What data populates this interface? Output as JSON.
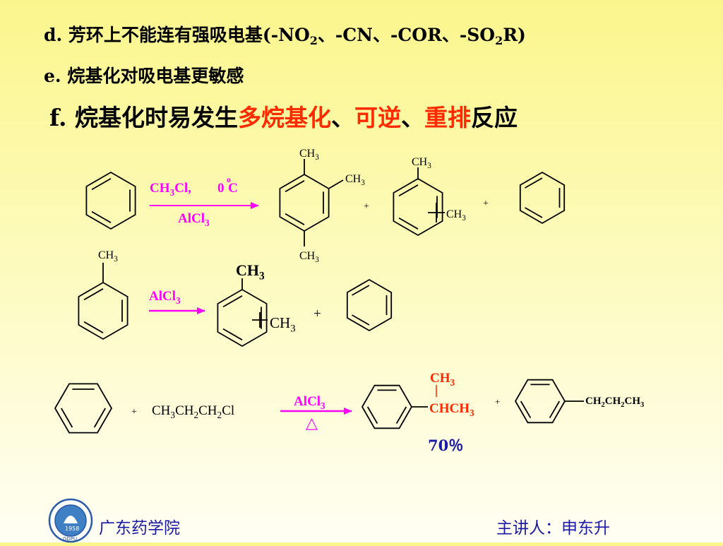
{
  "lines": {
    "d_prefix": "d.",
    "d_text_main": "芳环上不能连有强吸电基(-NO",
    "d_sub_2a": "2",
    "d_text_mid": "、-CN、-COR、-SO",
    "d_sub_2b": "2",
    "d_text_end": "R)",
    "e_prefix": "e.",
    "e_text": "烷基化对吸电基更敏感",
    "f_prefix": "f.",
    "f_text_a": "烷基化时易发生",
    "f_red_1": "多烷基化",
    "f_sep_1": "、",
    "f_red_2": "可逆",
    "f_sep_2": "、",
    "f_red_3": "重排",
    "f_text_end": "反应"
  },
  "reaction1": {
    "reagent_top": "CH3Cl,",
    "reagent_temp": "0",
    "reagent_deg": "C",
    "degree_mark": "o",
    "catalyst": "AlCl3",
    "prod1_top": "CH3",
    "prod1_right": "CH3",
    "prod1_bottom": "CH3",
    "plus_1": "+",
    "prod2_top": "CH3",
    "prod2_right": "CH3",
    "plus_2": "+"
  },
  "reaction2": {
    "start_sub": "CH3",
    "catalyst": "AlCl3",
    "prod_top": "CH3",
    "prod_left": "CH3",
    "plus": "+"
  },
  "reaction3": {
    "plus_1": "+",
    "reagent": "CH3CH2CH2Cl",
    "catalyst": "AlCl3",
    "heat": "△",
    "prod_ch3": "CH3",
    "prod_chch3": "CHCH3",
    "yield": "70％",
    "plus_2": "+",
    "prod2_chain": "CH2CH2CH3"
  },
  "footer": {
    "school": "广东药学院",
    "speaker": "主讲人：申东升",
    "logo_year": "1958",
    "logo_abbr": "GDPU"
  },
  "colors": {
    "magenta": "#ff00ff",
    "red": "#ff2a00",
    "blue": "#1a1aa6",
    "background_top": "#fbf68c"
  }
}
